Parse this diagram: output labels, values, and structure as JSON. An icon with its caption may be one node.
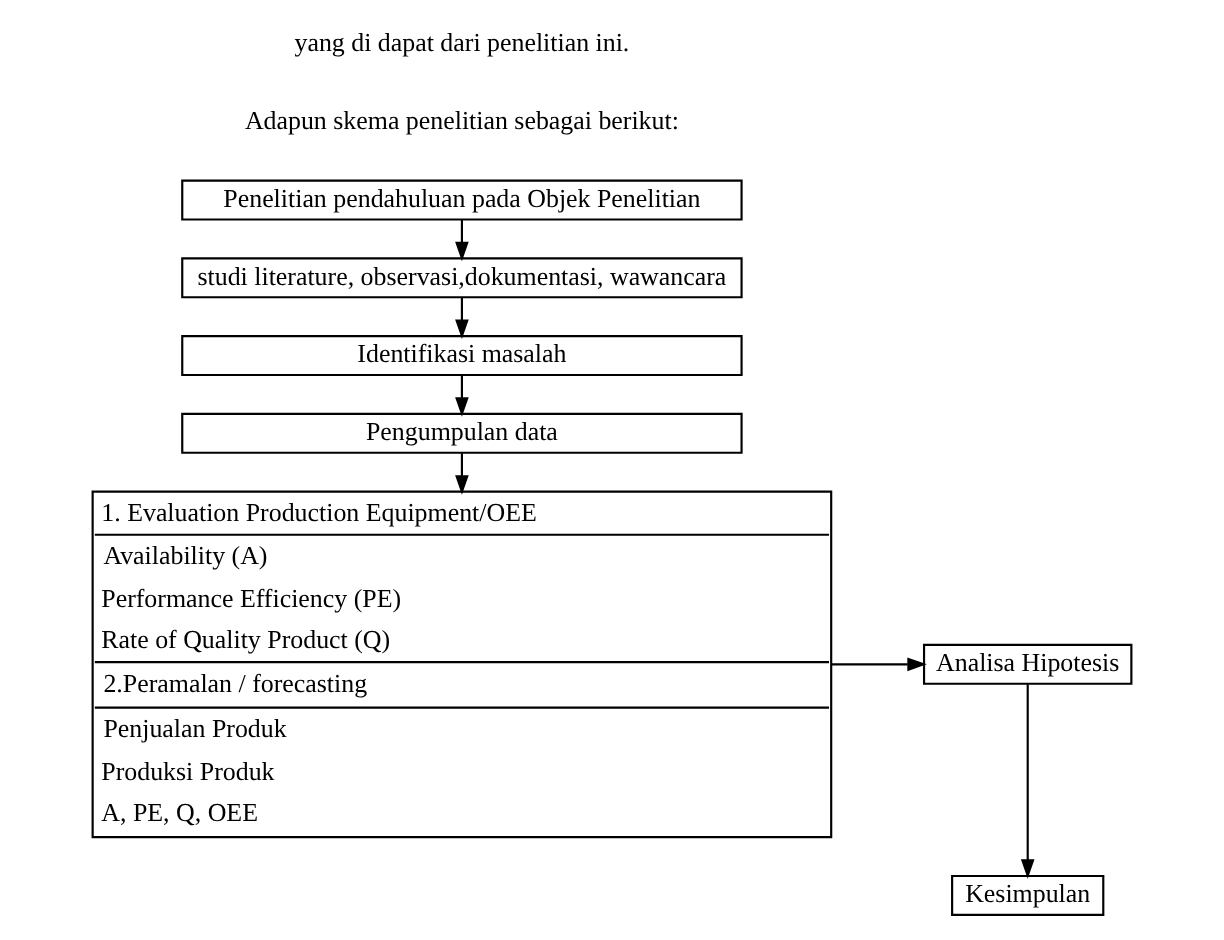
{
  "diagram": {
    "nodes": [
      {
        "text": [
          "Penelitian pendahuluan pada Objek Penelitian"
        ]
      },
      {
        "text": [
          "studi literature, observasi,dokumentasi, wawancara"
        ]
      },
      {
        "text": [
          "Identifikasi masalah"
        ]
      },
      {
        "text": [
          "Pengumpulan data"
        ]
      },
      {
        "text": [
          "1. Evaluation Production Equipment/OEE",
          "Availability (A)",
          "Performance Efficiency (PE)",
          "Rate of Quality Product (Q)",
          "2.Peramalan / forecasting",
          "Penjualan Produk",
          "Produksi Produk",
          "A, PE, Q, OEE"
        ]
      },
      {
        "text": [
          "Analisa Hipotesis"
        ]
      },
      {
        "text": [
          "Kesimpulan"
        ]
      }
    ],
    "edges": [
      {
        "from": 0,
        "to": 1,
        "arrow": "to"
      },
      {
        "from": 1,
        "to": 2,
        "arrow": "to"
      },
      {
        "from": 2,
        "to": 3,
        "arrow": "to"
      },
      {
        "from": 3,
        "to": 4,
        "arrow": "to"
      },
      {
        "from": 4,
        "to": 5,
        "arrow": "to"
      },
      {
        "from": 5,
        "to": 6,
        "arrow": "to"
      }
    ],
    "labels": [
      "yang di dapat dari penelitian ini.",
      "Adapun skema penelitian sebagai berikut:"
    ]
  }
}
